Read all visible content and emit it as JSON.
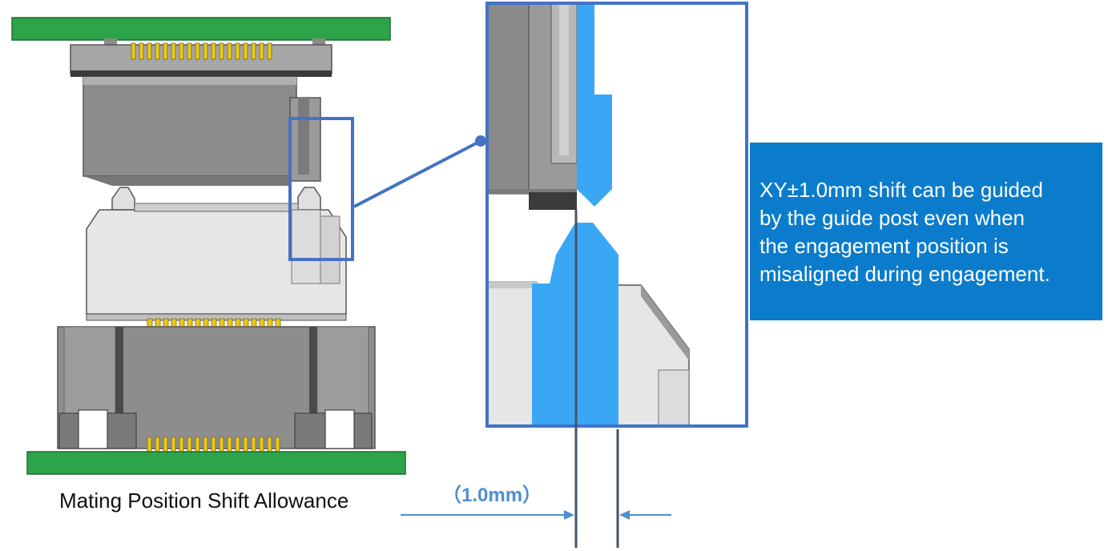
{
  "caption": "Mating Position Shift Allowance",
  "callout": {
    "lines": [
      "XY±1.0mm shift can be guided",
      "by the guide post even when",
      "the engagement position is",
      "misaligned during engagement."
    ]
  },
  "dimension_label": "（1.0mm）",
  "colors": {
    "pcb_green": "#2da34a",
    "guide_blue": "#3aa7f5",
    "frame_blue": "#4472c4",
    "callout_bg": "#0b7ccb",
    "pin_gold": "#e8c81e"
  }
}
